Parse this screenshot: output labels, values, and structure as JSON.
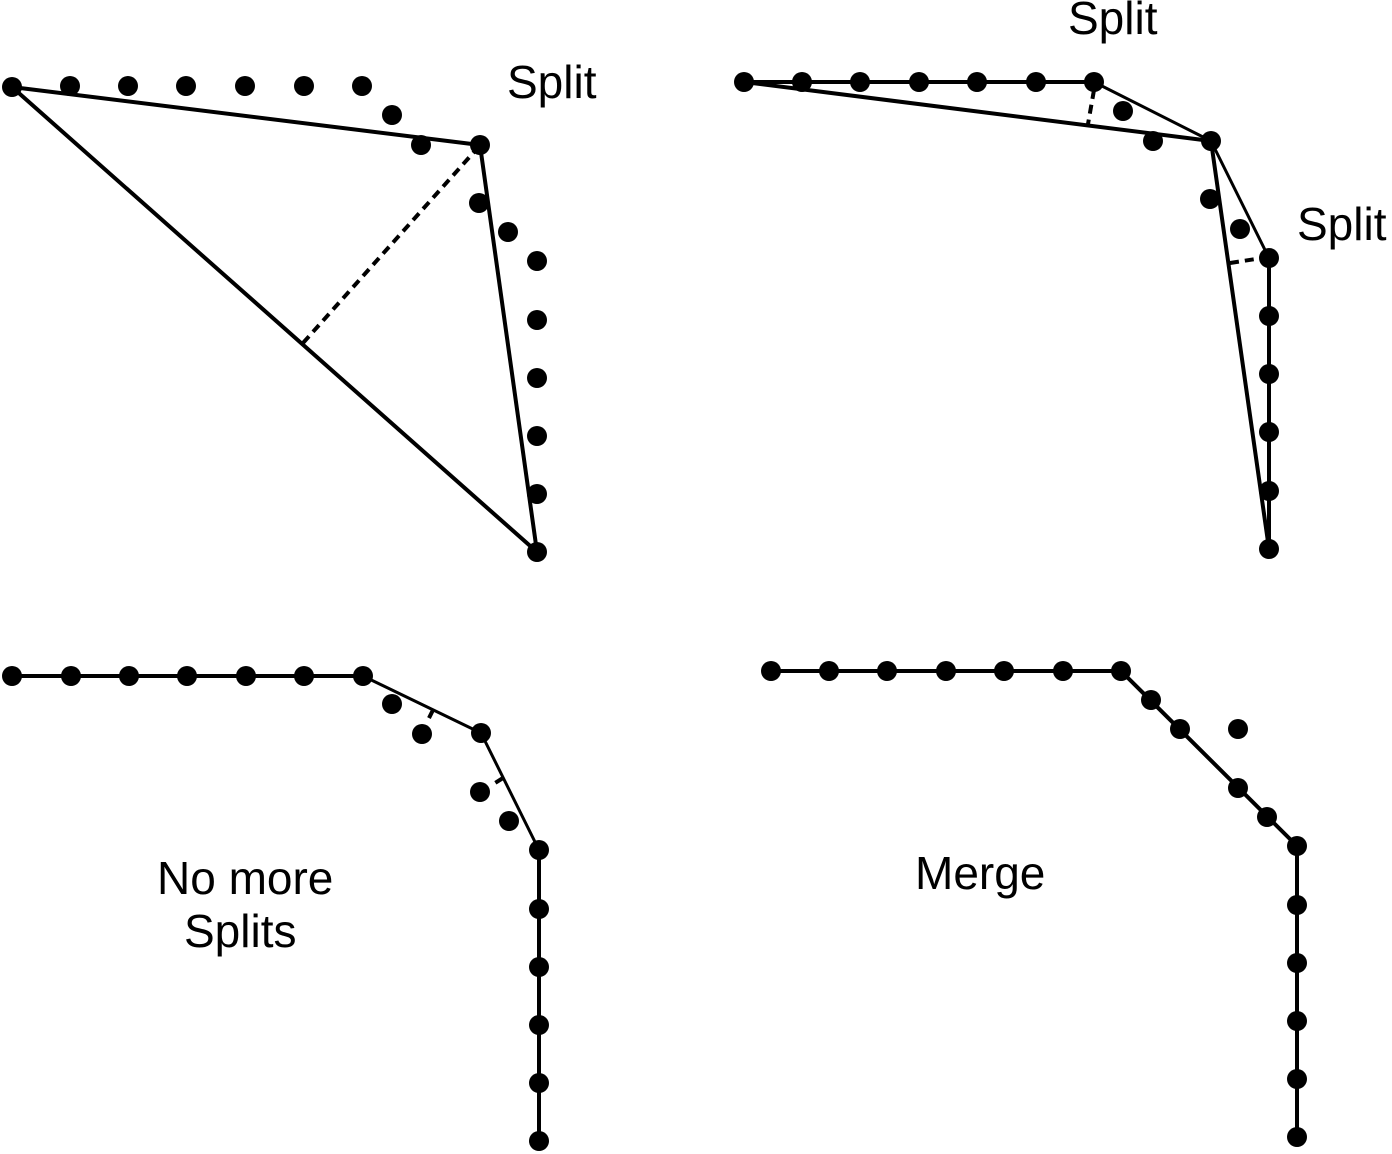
{
  "labels": {
    "top_left": "Split",
    "top_right_a": "Split",
    "top_right_b": "Split",
    "bottom_left_line1": "No more",
    "bottom_left_line2": "Splits",
    "bottom_right": "Merge"
  },
  "colors": {
    "ink": "#000000",
    "background": "#ffffff"
  }
}
